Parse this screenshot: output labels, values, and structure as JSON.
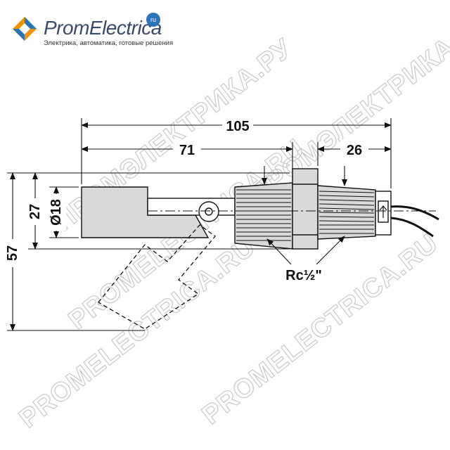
{
  "header": {
    "brand_name": "PromElectrica",
    "brand_badge": "ru",
    "tagline": "Электрика, автоматика, готовые решения"
  },
  "dimensions": {
    "total_length": "105",
    "float_length": "71",
    "thread_length": "26",
    "float_height": "27",
    "float_diameter": "Ø18",
    "swing_height": "57",
    "thread_spec": "Rc½\""
  },
  "watermarks": [
    "PROMELECTRICA.RU",
    "ПРОМЭЛЕКТРИКА.РУ"
  ],
  "colors": {
    "body_fill": "#d9d9d9",
    "line": "#111111",
    "logo_orange": "#f39200",
    "logo_blue": "#2a74b8",
    "watermark": "#c8c8c8"
  }
}
